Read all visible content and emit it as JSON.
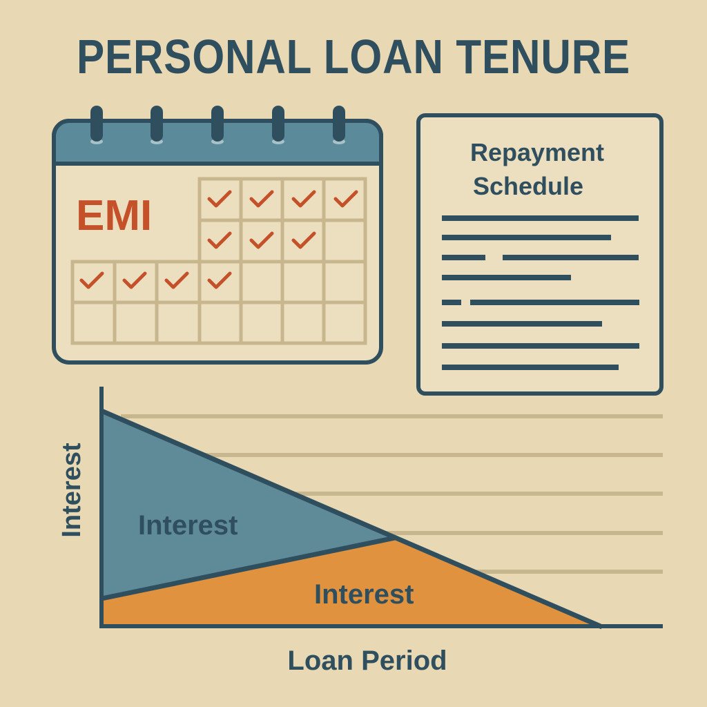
{
  "title": "PERSONAL LOAN TENURE",
  "colors": {
    "background": "#e8d9b4",
    "dark": "#2f4f5f",
    "calendar_header": "#5b8a9a",
    "accent_red": "#c4512a",
    "interest_blue": "#5f8b99",
    "principal_orange": "#e0923f",
    "grid_tan": "#c8b68e"
  },
  "calendar": {
    "label": "EMI",
    "checked_cells": 11,
    "rings": 5
  },
  "document": {
    "title_line1": "Repayment",
    "title_line2": "Schedule"
  },
  "chart": {
    "y_axis_label": "Interest",
    "x_axis_label": "Loan Period",
    "upper_region_label": "Interest",
    "lower_region_label": "Interest"
  },
  "chart_data": {
    "type": "area",
    "title": "",
    "xlabel": "Loan Period",
    "ylabel": "Interest",
    "series": [
      {
        "name": "Interest (upper, blue)",
        "description": "Decreasing interest component over loan period"
      },
      {
        "name": "Interest (lower, orange)",
        "description": "Increasing then decreasing component, meets at crossover"
      }
    ],
    "grid": true
  }
}
